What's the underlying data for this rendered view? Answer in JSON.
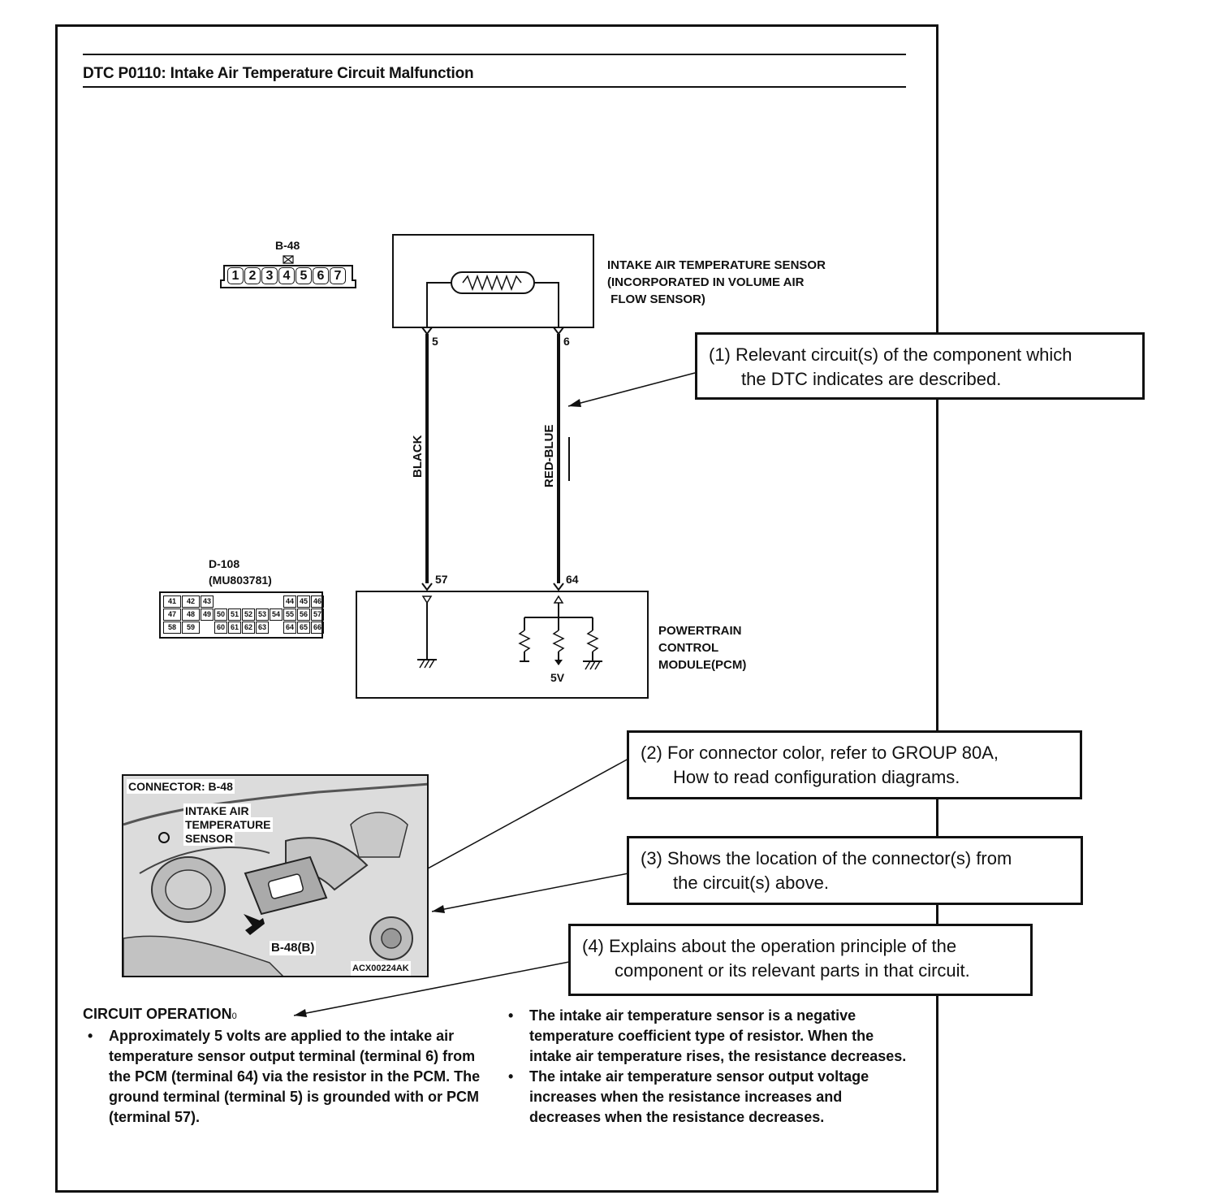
{
  "header": {
    "title": "DTC P0110: Intake Air Temperature Circuit Malfunction"
  },
  "connectors": {
    "b48": {
      "name": "B-48",
      "pins": [
        "1",
        "2",
        "3",
        "4",
        "5",
        "6",
        "7"
      ]
    },
    "d108": {
      "name": "D-108",
      "part": "(MU803781)",
      "rows": [
        [
          "41",
          "42",
          "43",
          "",
          "",
          "",
          "",
          "",
          "44",
          "45",
          "46"
        ],
        [
          "47",
          "48",
          "49",
          "50",
          "51",
          "52",
          "53",
          "54",
          "55",
          "56",
          "57"
        ],
        [
          "58",
          "59",
          "",
          "60",
          "61",
          "62",
          "63",
          "",
          "64",
          "65",
          "66"
        ]
      ]
    }
  },
  "sensor": {
    "line1": "INTAKE AIR TEMPERATURE SENSOR",
    "line2": "(INCORPORATED IN VOLUME AIR",
    "line3": " FLOW SENSOR)",
    "terminal_left": "5",
    "terminal_right": "6"
  },
  "wires": {
    "left": "BLACK",
    "right": "RED-BLUE"
  },
  "pcm": {
    "line1": "POWERTRAIN",
    "line2": "CONTROL",
    "line3": "MODULE(PCM)",
    "terminal_left": "57",
    "terminal_right": "64",
    "voltage": "5V"
  },
  "callouts": [
    {
      "line1": "(1) Relevant circuit(s) of the component which",
      "line2": "the DTC indicates are described."
    },
    {
      "line1": "(2) For connector color, refer to GROUP 80A,",
      "line2": "How to read configuration diagrams."
    },
    {
      "line1": "(3) Shows the location of the connector(s) from",
      "line2": "the circuit(s) above."
    },
    {
      "line1": "(4) Explains about the operation principle of the",
      "line2": "component or its relevant parts in that circuit."
    }
  ],
  "photo": {
    "caption": "CONNECTOR: B-48",
    "label1": "INTAKE AIR",
    "label2": "TEMPERATURE",
    "label3": "SENSOR",
    "marker": "B-48(B)",
    "code": "ACX00224AK"
  },
  "circuit_operation": {
    "title": "CIRCUIT OPERATION",
    "title_suffix": "0",
    "left_bullets": [
      "Approximately 5 volts are applied to the intake air temperature sensor output terminal (terminal 6) from the PCM (terminal 64) via the resistor in the PCM. The ground terminal (terminal 5) is grounded with or PCM (terminal 57)."
    ],
    "right_bullets": [
      "The intake air temperature sensor is a negative temperature coefficient type of resistor. When the intake air temperature rises, the resistance decreases.",
      "The intake air temperature sensor output voltage increases when the resistance increases and decreases when the resistance decreases."
    ]
  }
}
